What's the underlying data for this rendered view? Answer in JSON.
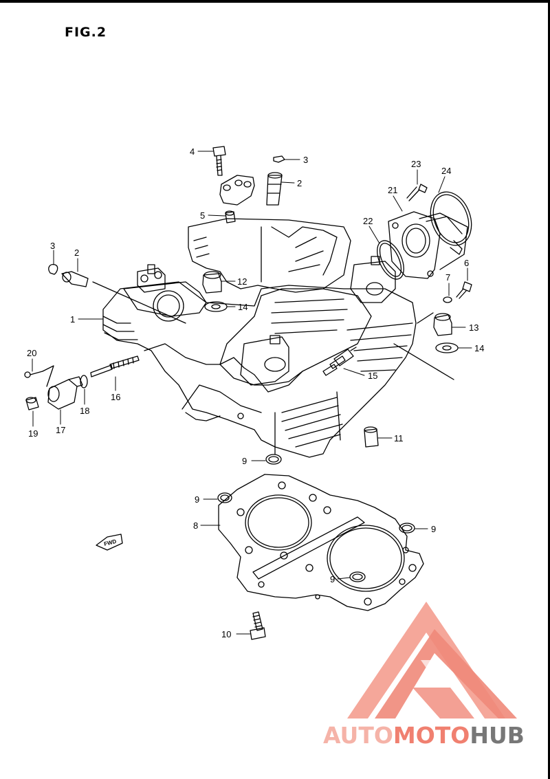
{
  "figure": {
    "title": "FIG.2",
    "fwd_label": "FWD"
  },
  "callouts": [
    {
      "id": "c4",
      "label": "4"
    },
    {
      "id": "c3a",
      "label": "3"
    },
    {
      "id": "c2a",
      "label": "2"
    },
    {
      "id": "c23",
      "label": "23"
    },
    {
      "id": "c24",
      "label": "24"
    },
    {
      "id": "c21",
      "label": "21"
    },
    {
      "id": "c5",
      "label": "5"
    },
    {
      "id": "c22",
      "label": "22"
    },
    {
      "id": "c3b",
      "label": "3"
    },
    {
      "id": "c2b",
      "label": "2"
    },
    {
      "id": "c6",
      "label": "6"
    },
    {
      "id": "c12",
      "label": "12"
    },
    {
      "id": "c7",
      "label": "7"
    },
    {
      "id": "c14a",
      "label": "14"
    },
    {
      "id": "c1",
      "label": "1"
    },
    {
      "id": "c13",
      "label": "13"
    },
    {
      "id": "c14b",
      "label": "14"
    },
    {
      "id": "c20",
      "label": "20"
    },
    {
      "id": "c15",
      "label": "15"
    },
    {
      "id": "c16",
      "label": "16"
    },
    {
      "id": "c18",
      "label": "18"
    },
    {
      "id": "c19",
      "label": "19"
    },
    {
      "id": "c17",
      "label": "17"
    },
    {
      "id": "c11",
      "label": "11"
    },
    {
      "id": "c9a",
      "label": "9"
    },
    {
      "id": "c9b",
      "label": "9"
    },
    {
      "id": "c8",
      "label": "8"
    },
    {
      "id": "c9c",
      "label": "9"
    },
    {
      "id": "c9d",
      "label": "9"
    },
    {
      "id": "c10",
      "label": "10"
    }
  ],
  "watermark": {
    "part1": "AUTO",
    "part2": "MOTO",
    "part3": "HUB",
    "colors": {
      "light": "#f5b3a8",
      "accent": "#f08070",
      "gray": "#777777"
    }
  }
}
